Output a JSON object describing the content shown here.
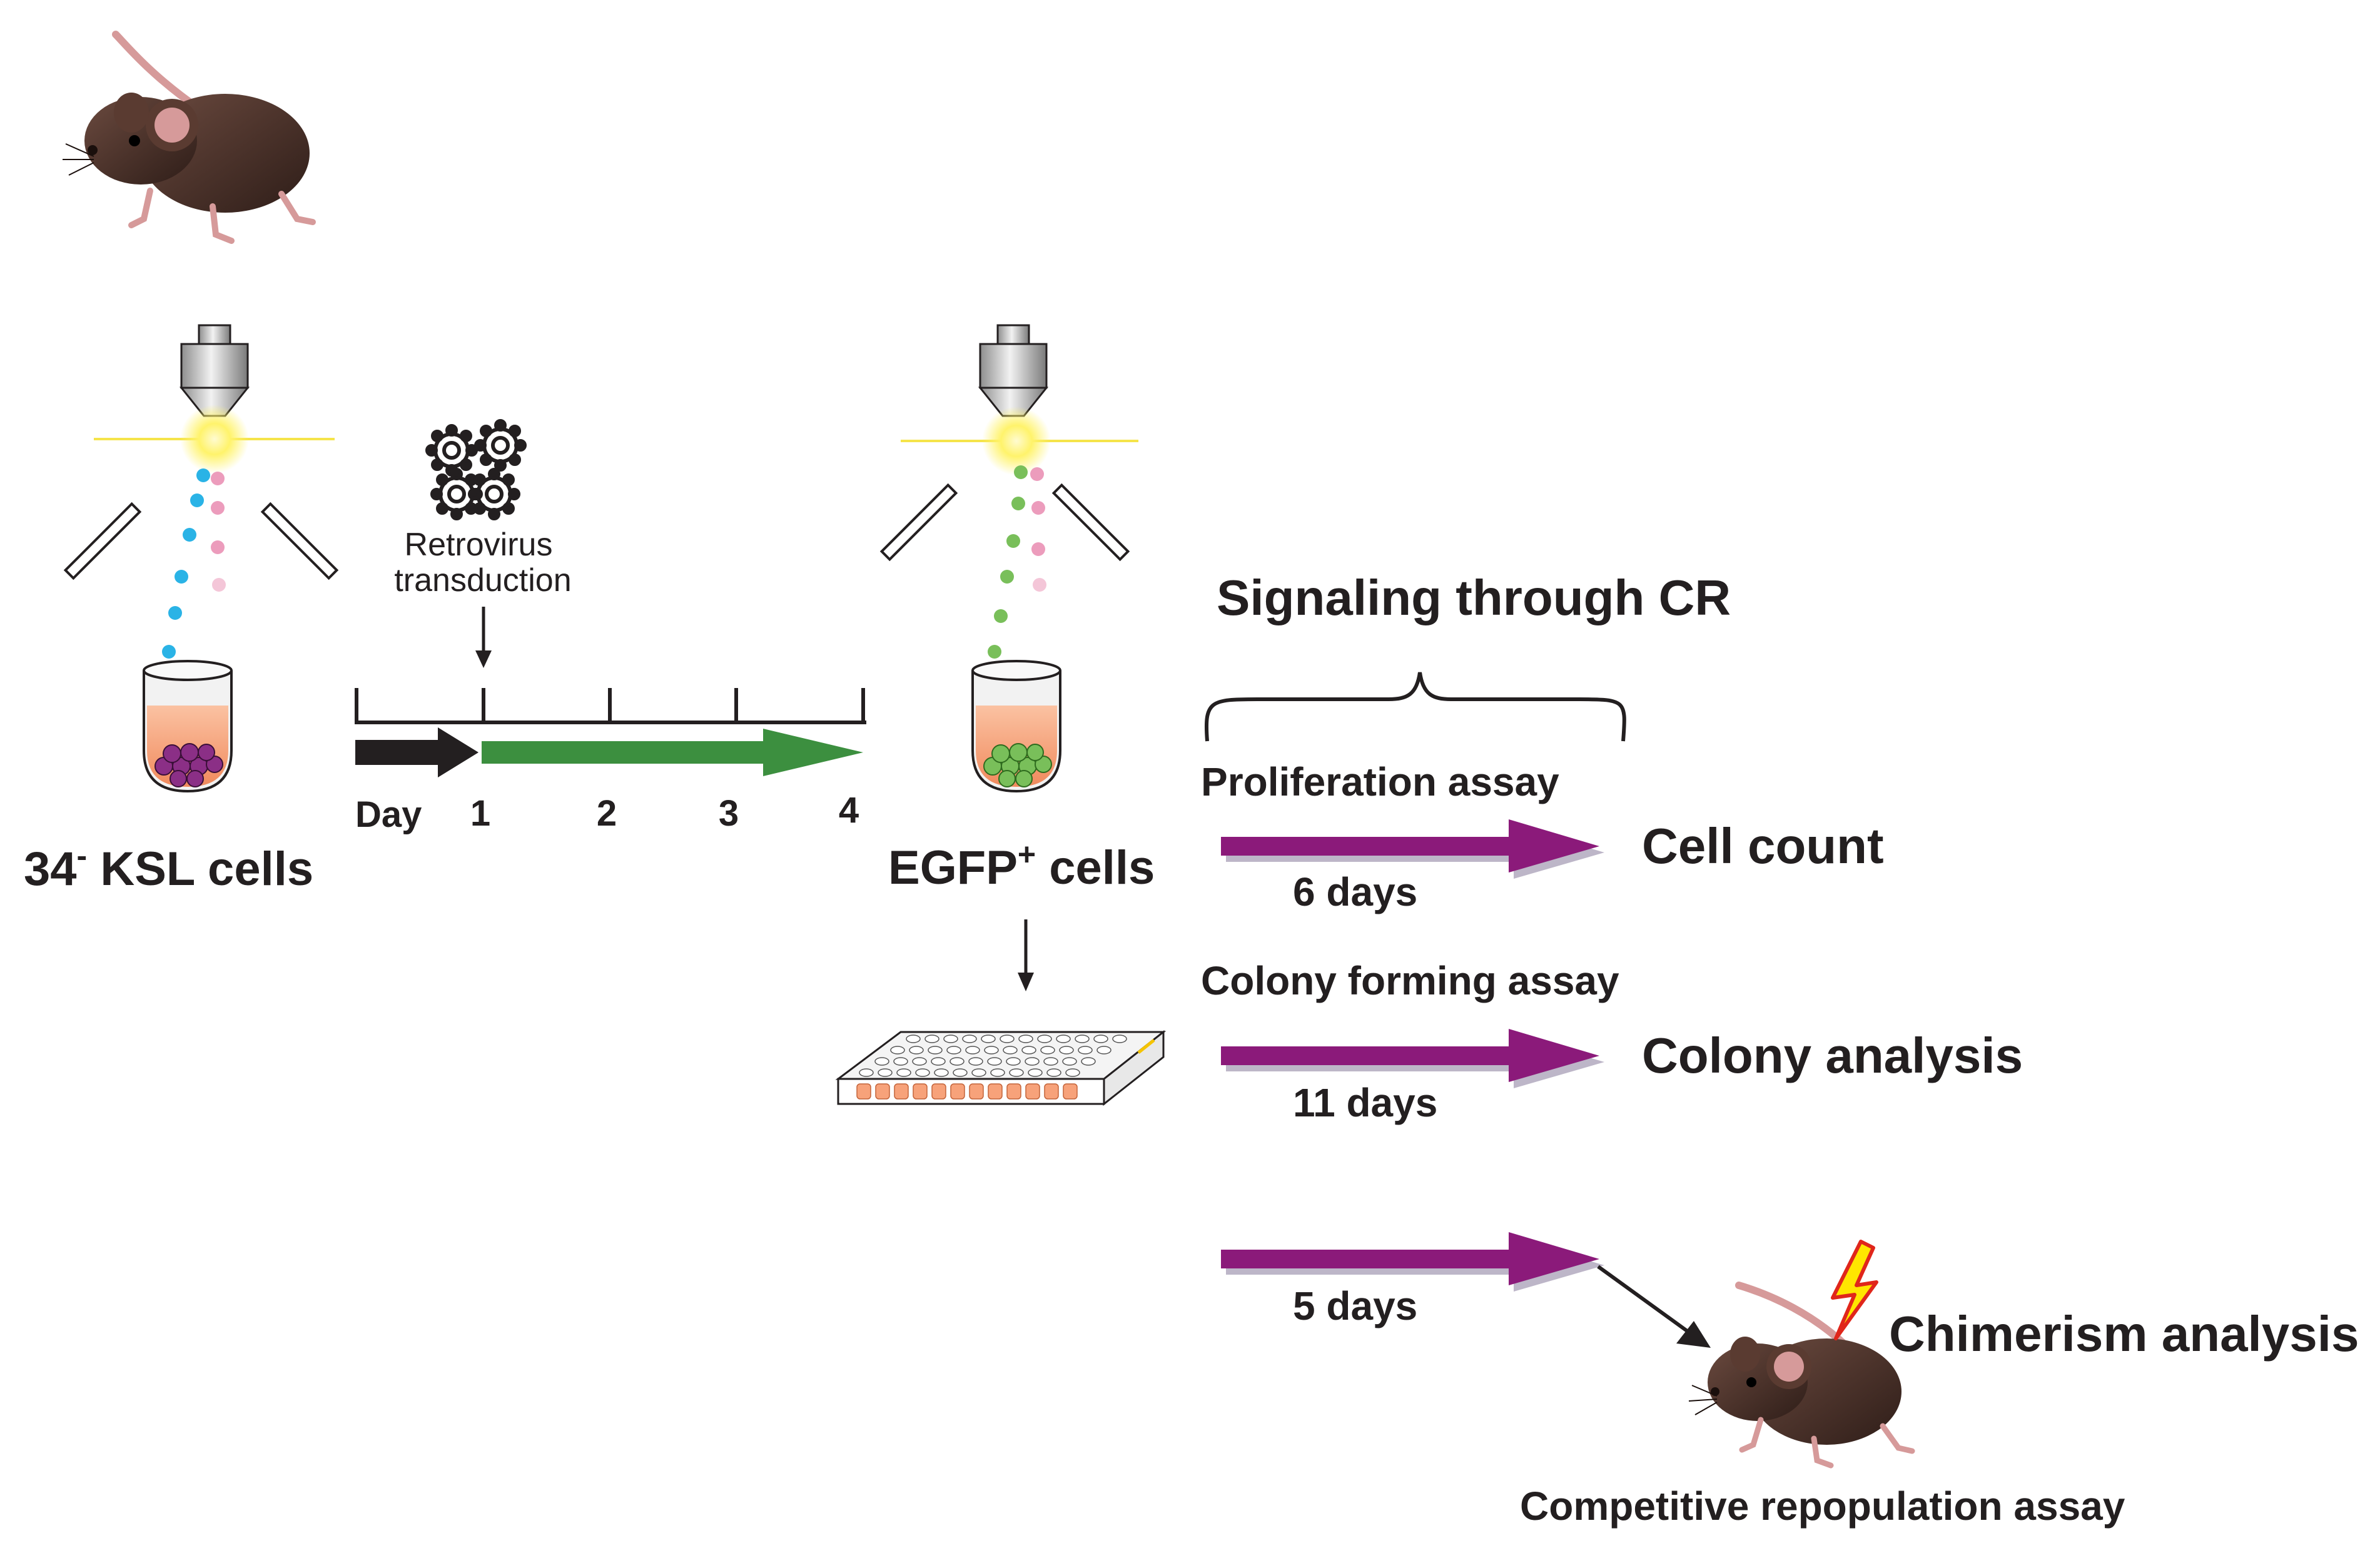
{
  "labels": {
    "retrovirus_line1": "Retrovirus",
    "retrovirus_line2": "transduction",
    "day_label": "Day",
    "day_ticks": [
      "1",
      "2",
      "3",
      "4"
    ],
    "ksl_prefix": "34",
    "ksl_sup": "-",
    "ksl_suffix": " KSL cells",
    "egfp_prefix": "EGFP",
    "egfp_sup": "+",
    "egfp_suffix": " cells",
    "signaling": "Signaling through CR",
    "proliferation_assay": "Proliferation assay",
    "colony_forming_assay": "Colony forming assay",
    "six_days": "6 days",
    "eleven_days": "11 days",
    "five_days": "5 days",
    "cell_count": "Cell count",
    "colony_analysis": "Colony analysis",
    "chimerism_analysis": "Chimerism analysis",
    "competitive_repopulation": "Competitive repopulation assay"
  },
  "colors": {
    "purple_arrow": "#8b1a7a",
    "purple_shadow": "#bdb6c8",
    "green_arrow": "#3c8f3f",
    "black": "#231f20",
    "mouse_body": "#4a2f27",
    "mouse_ear": "#d69a9a",
    "tube_liquid": "#f7a27a",
    "cyan_cell": "#2ab3e6",
    "pink_cell": "#ec9cbc",
    "green_cell": "#79bf5a",
    "purple_cell": "#8b2f86",
    "laser_yellow": "#fff36b",
    "bolt_yellow": "#ffe600",
    "bolt_red": "#e0261b"
  }
}
